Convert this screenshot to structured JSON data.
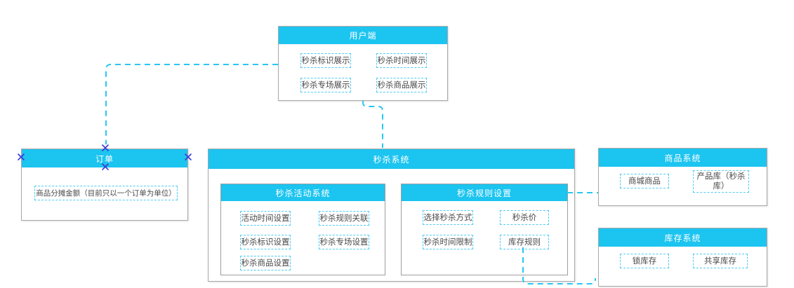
{
  "diagram": {
    "user_client": {
      "title": "用户端",
      "items": [
        "秒杀标识展示",
        "秒杀时间展示",
        "秒杀专场展示",
        "秒杀商品展示"
      ]
    },
    "order": {
      "title": "订单",
      "items": [
        "商品分摊金额（目前只以一个订单为单位）"
      ]
    },
    "seckill_system": {
      "title": "秒杀系统",
      "activity_subsystem": {
        "title": "秒杀活动系统",
        "items": [
          "活动时间设置",
          "秒杀规则关联",
          "秒杀标识设置",
          "秒杀专场设置",
          "秒杀商品设置"
        ]
      },
      "rule_subsystem": {
        "title": "秒杀规则设置",
        "items": [
          "选择秒杀方式",
          "秒杀价",
          "秒杀时间限制",
          "库存规则"
        ]
      }
    },
    "product_system": {
      "title": "商品系统",
      "items": [
        "商城商品",
        "产品库（秒杀库）"
      ]
    },
    "inventory_system": {
      "title": "库存系统",
      "items": [
        "锁库存",
        "共享库存"
      ]
    },
    "connections": [
      {
        "from": "用户端",
        "to": "订单"
      },
      {
        "from": "用户端",
        "to": "秒杀系统"
      },
      {
        "from": "秒杀规则设置",
        "to": "商品系统"
      },
      {
        "from": "库存规则",
        "to": "库存系统"
      }
    ]
  },
  "colors": {
    "header_fill": "#1CC4F0",
    "item_border": "#4FCBF3",
    "connector": "#29C6F3",
    "anchor_x": "#3A3AD6",
    "panel_border": "#A8A8A8",
    "item_text": "#4A4A4A"
  }
}
